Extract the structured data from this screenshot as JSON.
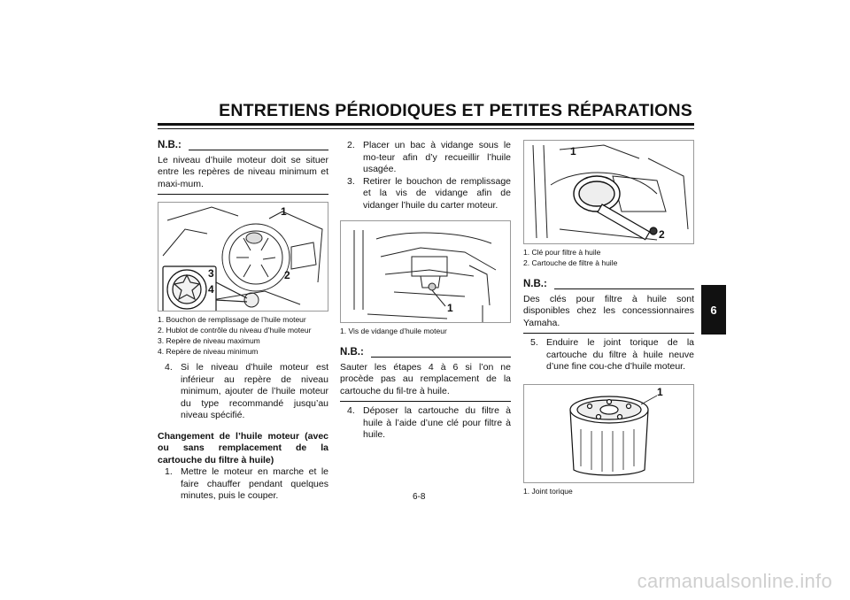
{
  "header": {
    "title": "ENTRETIENS PÉRIODIQUES ET PETITES RÉPARATIONS"
  },
  "tab": {
    "label": "6"
  },
  "col1": {
    "nb_label": "N.B.:",
    "nb_text": "Le niveau d’huile moteur doit se situer entre les repères de niveau minimum et maxi-mum.",
    "figure_callouts": [
      "1",
      "2",
      "3",
      "4"
    ],
    "captions": [
      "1.  Bouchon de remplissage de l’huile moteur",
      "2.  Hublot de contrôle du niveau d’huile moteur",
      "3.  Repère de niveau maximum",
      "4.  Repère de niveau minimum"
    ],
    "step4": {
      "num": "4.",
      "text": "Si le niveau d’huile moteur est inférieur au repère de niveau minimum, ajouter de l’huile moteur du type recommandé jusqu’au niveau spécifié."
    },
    "subheading": "Changement de l’huile moteur (avec ou sans remplacement de la cartouche du filtre à huile)",
    "step1": {
      "num": "1.",
      "text": "Mettre le moteur en marche et le faire chauffer pendant quelques minutes, puis le couper."
    }
  },
  "col2": {
    "step2": {
      "num": "2.",
      "text": "Placer un bac à vidange sous le mo-teur afin d’y recueillir l’huile usagée."
    },
    "step3": {
      "num": "3.",
      "text": "Retirer le bouchon de remplissage et la vis de vidange afin de vidanger l’huile du carter moteur."
    },
    "figure_callouts": [
      "1"
    ],
    "captions": [
      "1.  Vis de vidange d’huile moteur"
    ],
    "nb_label": "N.B.:",
    "nb_text": "Sauter les étapes 4 à 6 si l’on ne procède pas au remplacement de la cartouche du fil-tre à huile.",
    "step4": {
      "num": "4.",
      "text": "Déposer la cartouche du filtre à huile à l’aide d’une clé pour filtre à huile."
    }
  },
  "col3": {
    "figure_callouts": [
      "1",
      "2"
    ],
    "captions": [
      "1.  Clé pour filtre à huile",
      "2.  Cartouche de filtre à huile"
    ],
    "nb_label": "N.B.:",
    "nb_text": "Des clés pour filtre à huile sont disponibles chez les concessionnaires Yamaha.",
    "step5": {
      "num": "5.",
      "text": "Enduire le joint torique de la cartouche du filtre à huile neuve d’une fine cou-che d’huile moteur."
    },
    "figure2_callouts": [
      "1"
    ],
    "captions2": [
      "1.  Joint torique"
    ]
  },
  "footer": {
    "page_number": "6-8",
    "watermark": "carmanualsonline.info"
  }
}
